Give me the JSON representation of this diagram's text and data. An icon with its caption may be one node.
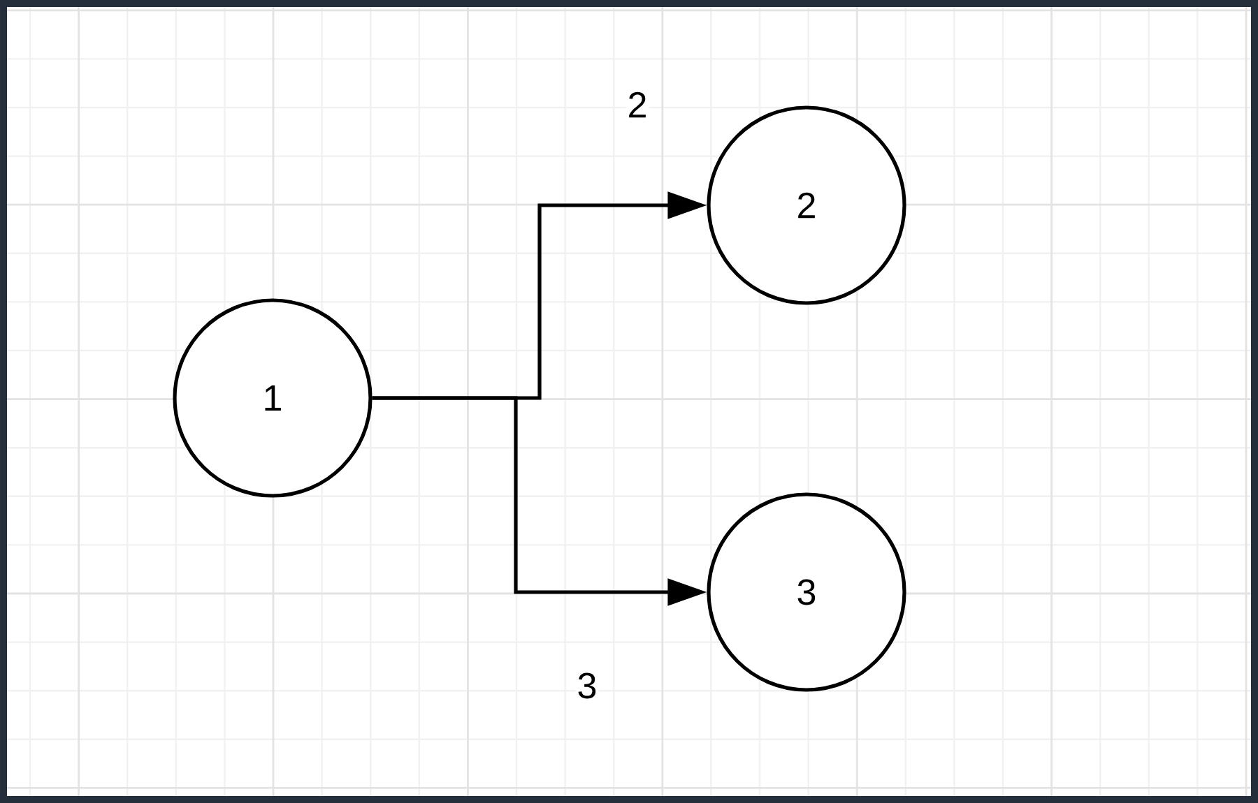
{
  "diagram": {
    "nodes": [
      {
        "text": [
          "1"
        ]
      },
      {
        "text": [
          "2"
        ]
      },
      {
        "text": [
          "3"
        ]
      }
    ],
    "edges": [
      {
        "from": 0,
        "to": 1,
        "arrow": "to",
        "label": "2"
      },
      {
        "from": 0,
        "to": 2,
        "arrow": "to",
        "label": "3"
      }
    ]
  }
}
